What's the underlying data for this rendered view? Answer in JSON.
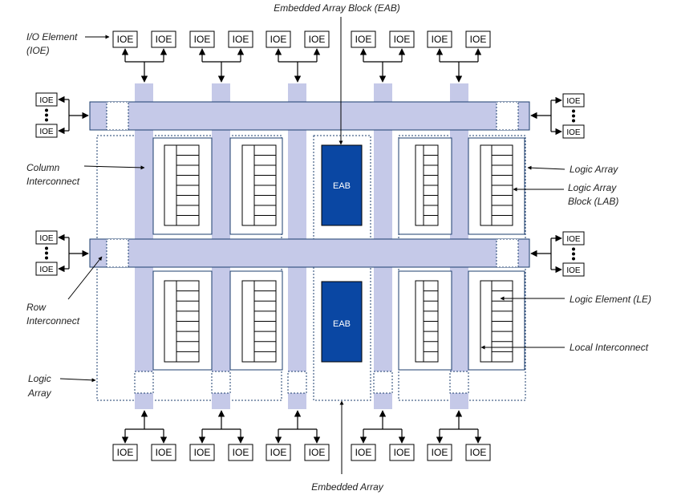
{
  "labels": {
    "top_center": "Embedded Array Block (EAB)",
    "ioe_line1": "I/O Element",
    "ioe_line2": "(IOE)",
    "column_line1": "Column",
    "column_line2": "Interconnect",
    "logic_array_right": "Logic Array",
    "lab_line1": "Logic Array",
    "lab_line2": "Block (LAB)",
    "row_line1": "Row",
    "row_line2": "Interconnect",
    "le": "Logic Element (LE)",
    "local_interconnect": "Local Interconnect",
    "logic_array_left_line1": "Logic",
    "logic_array_left_line2": "Array",
    "bottom_center": "Embedded Array"
  },
  "ioe_label": "IOE",
  "eab_label": "EAB",
  "colors": {
    "interconnect": "#c5c9e8",
    "eab": "#0a47a3",
    "outline": "#1b3d6e",
    "stroke": "#000000"
  }
}
